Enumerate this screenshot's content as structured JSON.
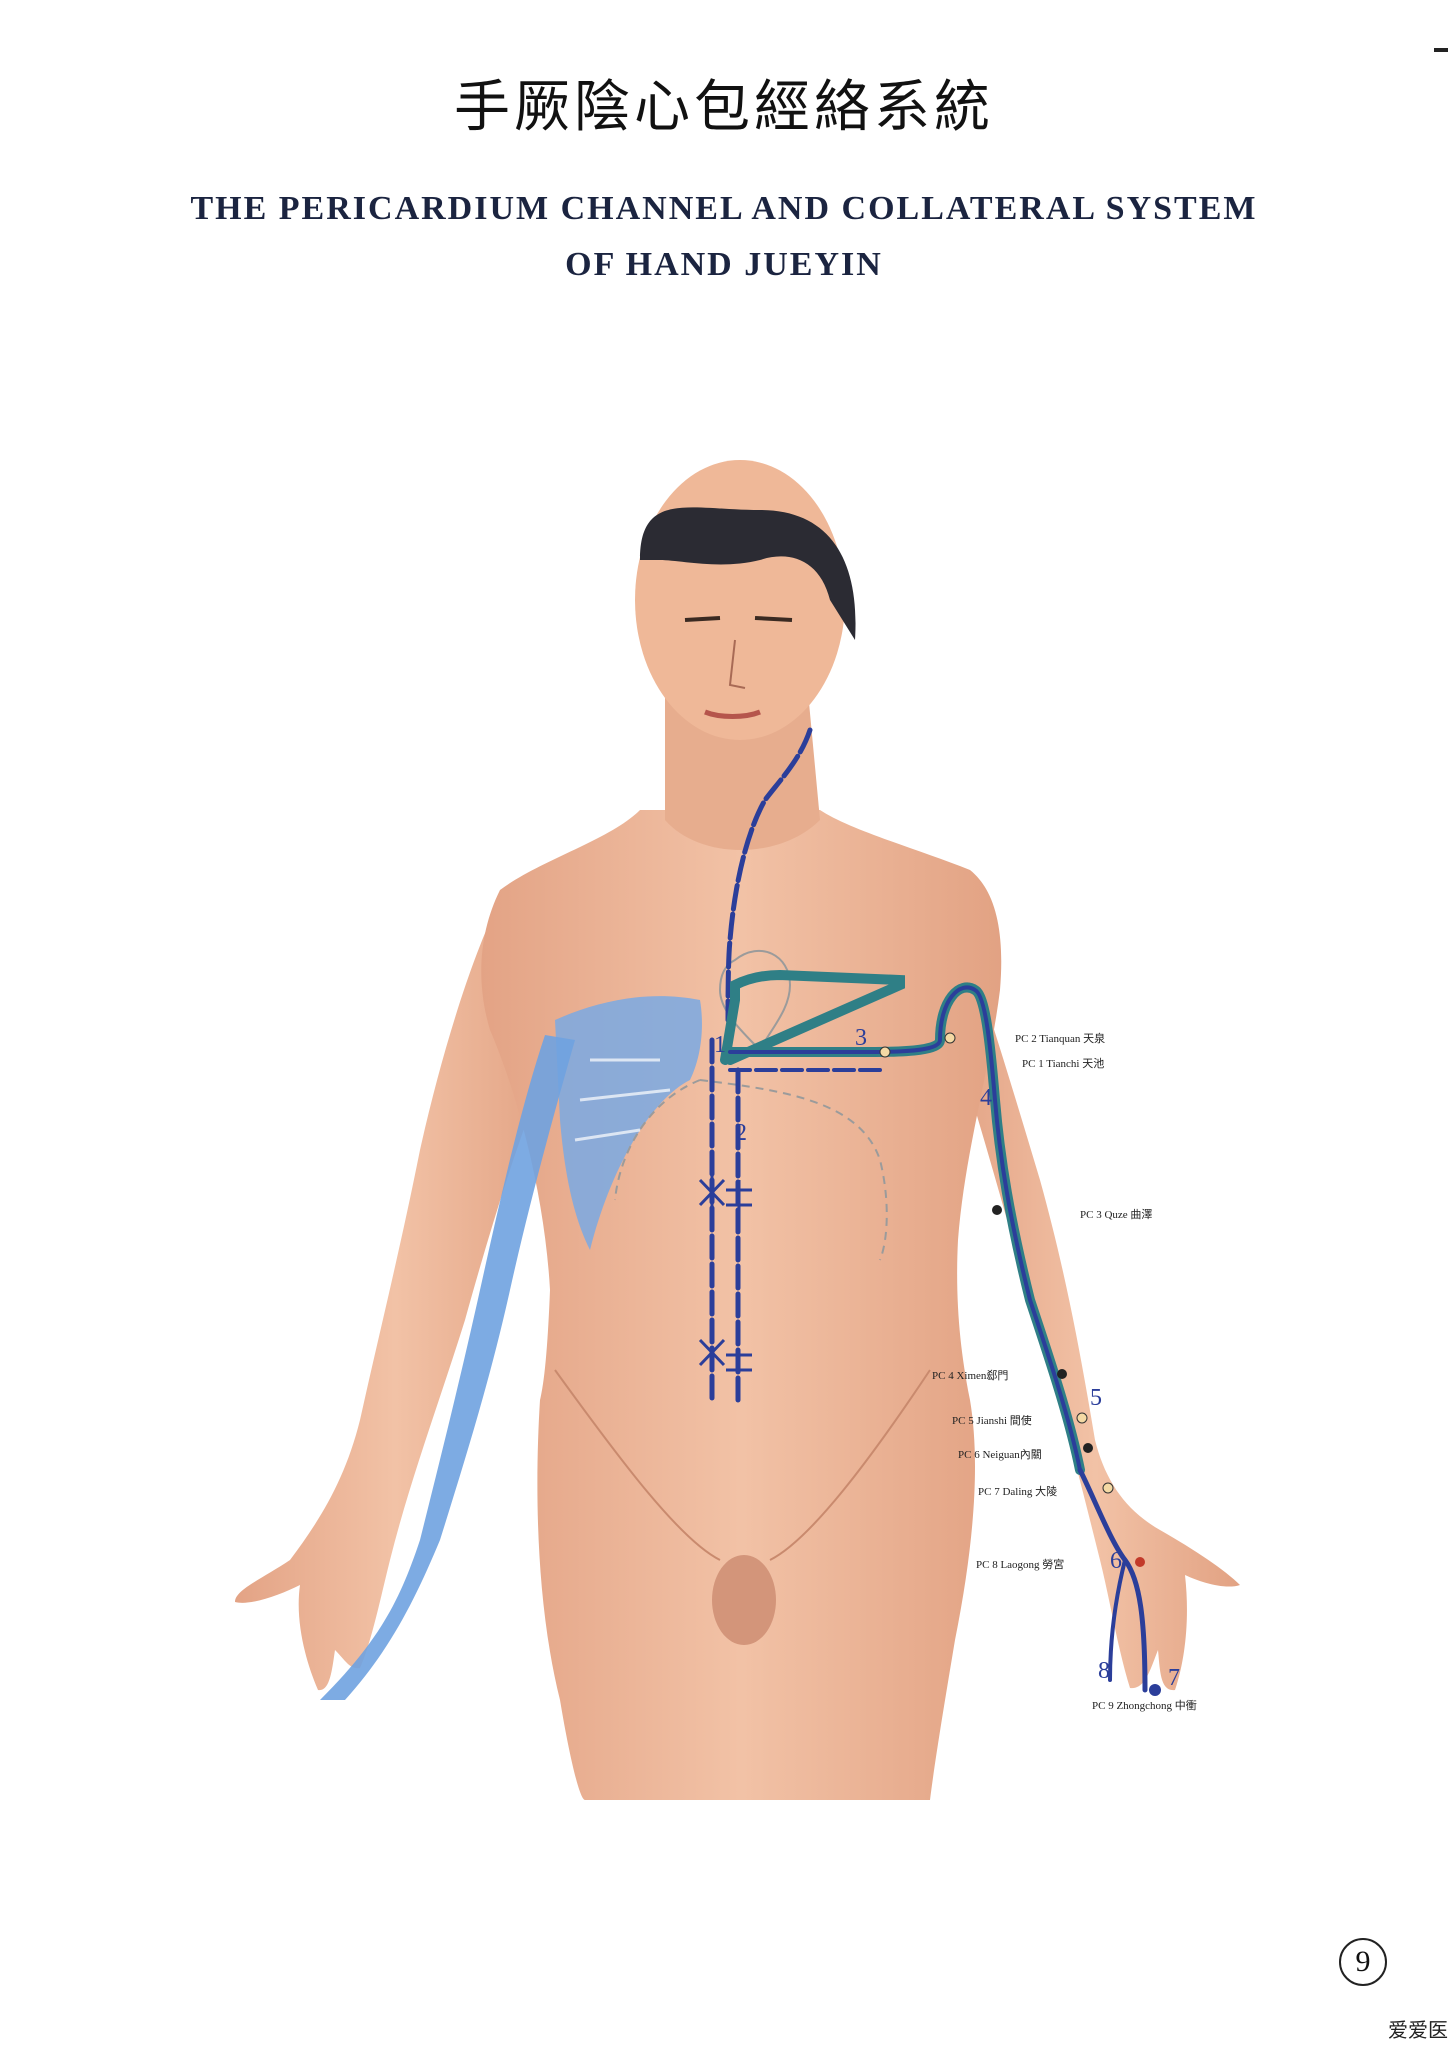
{
  "title": {
    "chinese": "手厥陰心包經絡系統",
    "english_line1": "THE PERICARDIUM CHANNEL AND COLLATERAL SYSTEM",
    "english_line2": "OF HAND JUEYIN"
  },
  "points": [
    {
      "label": "PC 2 Tianquan 天泉"
    },
    {
      "label": "PC 1 Tianchi 天池"
    },
    {
      "label": "PC 3 Quze 曲澤"
    },
    {
      "label": "PC 4 Ximen郄門"
    },
    {
      "label": "PC 5 Jianshi 間使"
    },
    {
      "label": "PC 6 Neiguan內關"
    },
    {
      "label": "PC 7 Daling 大陵"
    },
    {
      "label": "PC 8 Laogong 勞宮"
    },
    {
      "label": "PC 9 Zhongchong 中衝"
    }
  ],
  "route_numbers": [
    "1",
    "2",
    "3",
    "4",
    "5",
    "6",
    "7",
    "8"
  ],
  "page_number": "9",
  "watermark": "爱爱医",
  "colors": {
    "channel": "#2b3e9a",
    "meridian_teal": "#2f7f86",
    "skin": "#ebb294",
    "muscle_blue": "#6fa2e0"
  }
}
